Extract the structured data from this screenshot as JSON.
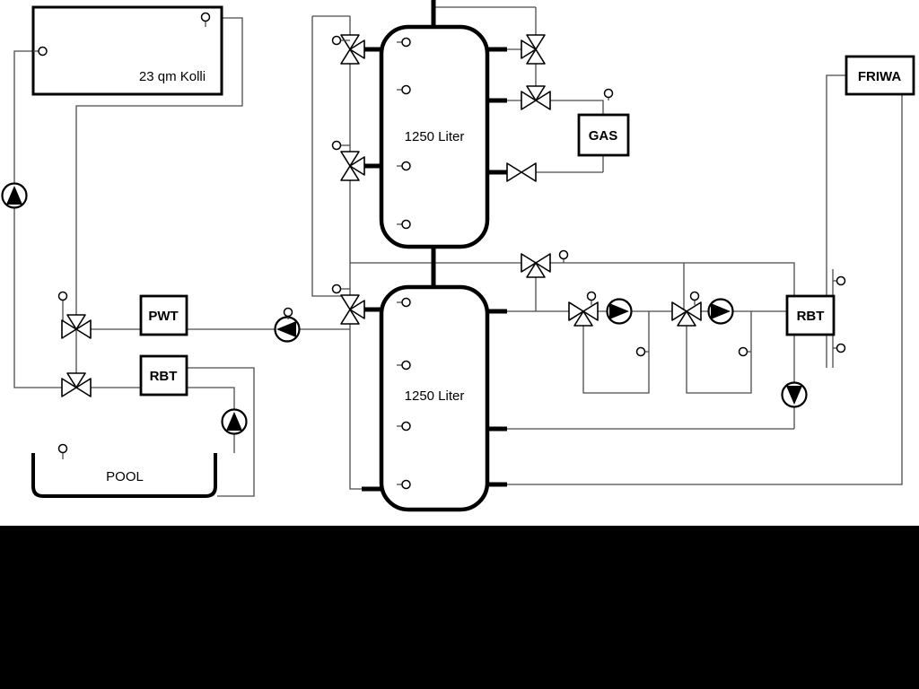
{
  "diagram": {
    "collector_label": "23 qm Kolli",
    "upper_tank_label": "1250 Liter",
    "lower_tank_label": "1250 Liter",
    "pwt_label": "PWT",
    "rbt_left_label": "RBT",
    "gas_label": "GAS",
    "rbt_right_label": "RBT",
    "friwa_label": "FRIWA",
    "pool_label": "POOL",
    "colors": {
      "pipe": "#4a4a4a",
      "component_outline": "#000000",
      "background": "#ffffff",
      "footer_bar": "#000000"
    }
  }
}
